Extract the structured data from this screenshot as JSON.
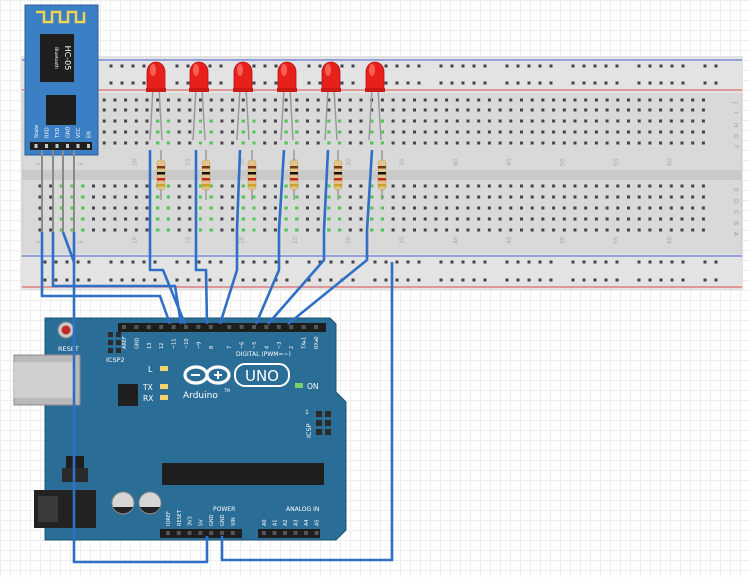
{
  "bluetooth": {
    "model": "HC-05",
    "sub": "Bluetooth",
    "pins": [
      "State",
      "RXD",
      "TXD",
      "GND",
      "VCC",
      "EN"
    ]
  },
  "breadboard": {
    "rows_top": [
      "J",
      "I",
      "H",
      "G",
      "F"
    ],
    "rows_bottom": [
      "E",
      "D",
      "C",
      "B",
      "A"
    ],
    "col_numbers": [
      "1",
      "5",
      "10",
      "15",
      "20",
      "25",
      "30",
      "35",
      "40",
      "45",
      "50",
      "55",
      "60"
    ]
  },
  "arduino": {
    "reset_label": "RESET",
    "icsp2_label": "ICSP2",
    "icsp_label": "ICSP",
    "l_label": "L",
    "tx_label": "TX",
    "rx_label": "RX",
    "on_label": "ON",
    "brand": "Arduino",
    "tm": "TM",
    "model": "UNO",
    "digital_label": "DIGITAL (PWM=~)",
    "power_label": "POWER",
    "analog_label": "ANALOG IN",
    "digital_pins": [
      "AREF",
      "GND",
      "13",
      "12",
      "~11",
      "~10",
      "~9",
      "8",
      "7",
      "~6",
      "~5",
      "4",
      "~3",
      "2",
      "TX▸1",
      "RX◂0"
    ],
    "power_pins": [
      "IOREF",
      "RESET",
      "3V3",
      "5V",
      "GND",
      "GND",
      "VIN"
    ],
    "analog_pins": [
      "A0",
      "A1",
      "A2",
      "A3",
      "A4",
      "A5"
    ],
    "one": "1"
  },
  "colors": {
    "board_blue": "#2a6d96",
    "wire_blue": "#2f6fc6",
    "led_red": "#e8201c",
    "breadboard": "#d9d9d9",
    "rail_red": "#d94c4c",
    "rail_blue": "#4a5fcf",
    "module_blue": "#3b7fc4"
  }
}
